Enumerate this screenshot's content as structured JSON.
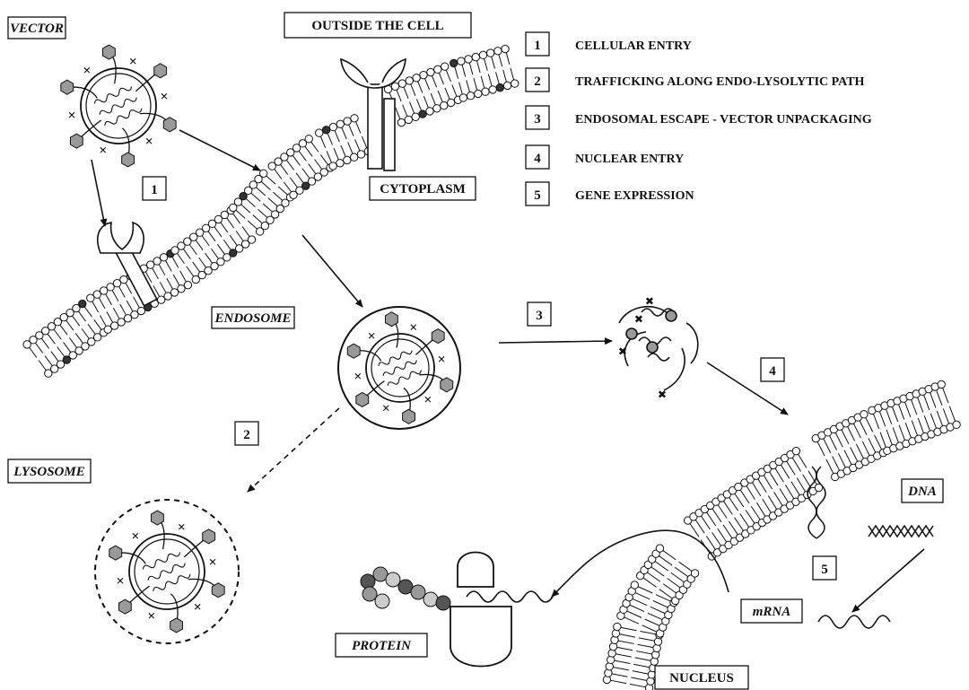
{
  "labels": {
    "vector": "VECTOR",
    "outside": "OUTSIDE THE CELL",
    "cytoplasm": "CYTOPLASM",
    "endosome": "ENDOSOME",
    "lysosome": "LYSOSOME",
    "dna": "DNA",
    "mrna": "mRNA",
    "protein": "PROTEIN",
    "nucleus": "NUCLEUS"
  },
  "steps": {
    "s1": "1",
    "s2": "2",
    "s3": "3",
    "s4": "4",
    "s5": "5"
  },
  "legend": [
    {
      "num": "1",
      "text": "CELLULAR ENTRY"
    },
    {
      "num": "2",
      "text": "TRAFFICKING ALONG ENDO-LYSOLYTIC PATH"
    },
    {
      "num": "3",
      "text": "ENDOSOMAL ESCAPE - VECTOR UNPACKAGING"
    },
    {
      "num": "4",
      "text": "NUCLEAR ENTRY"
    },
    {
      "num": "5",
      "text": "GENE EXPRESSION"
    }
  ],
  "colors": {
    "ink": "#111111",
    "head_fill": "#ffffff",
    "dark_head": "#333333",
    "hex_fill": "#9a9a9a"
  }
}
